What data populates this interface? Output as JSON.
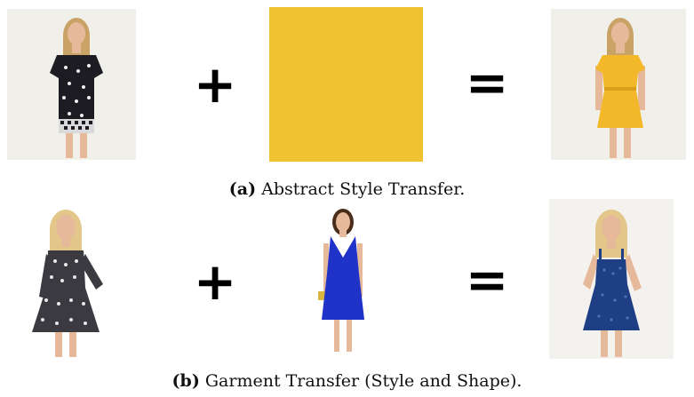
{
  "row_a": {
    "operator_plus": "+",
    "operator_equals": "=",
    "caption_tag": "(a)",
    "caption_text": "Abstract Style Transfer.",
    "swatch_color": "#F0C232"
  },
  "row_b": {
    "operator_plus": "+",
    "operator_equals": "=",
    "caption_tag": "(b)",
    "caption_text": "Garment Transfer (Style and Shape)."
  },
  "colors": {
    "source_dress_a": "#1c1c22",
    "result_dress_a": "#F2B82A",
    "source_dress_b": "#3a3a40",
    "garment_b": "#1f33c8",
    "result_dress_b": "#1e3f86",
    "skin": "#e6b99a",
    "hair_blonde": "#d9b46e",
    "hair_brown": "#4a2c1a",
    "photo_bg": "#f1efe9"
  }
}
